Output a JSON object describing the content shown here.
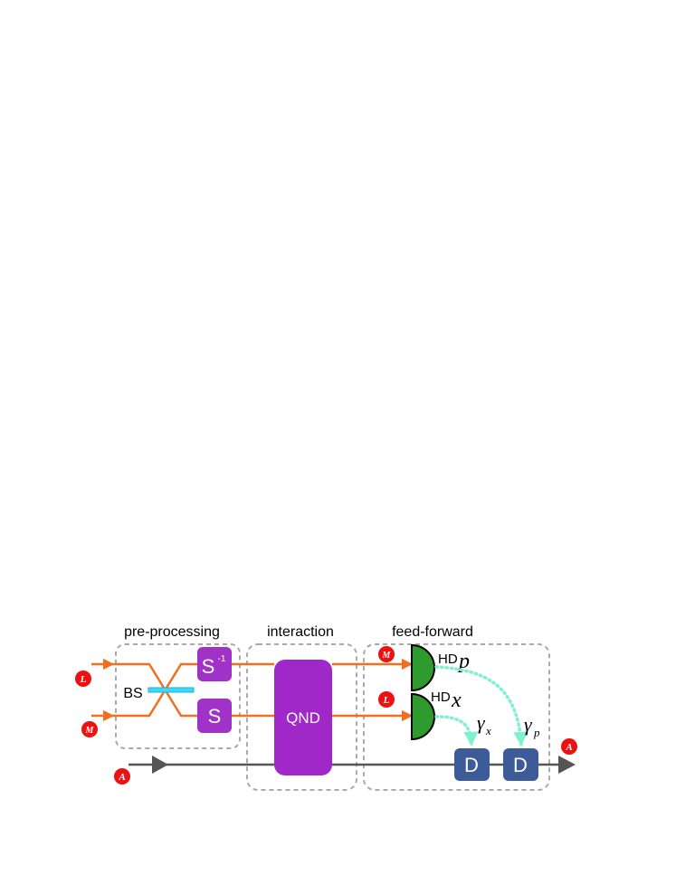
{
  "sections": {
    "preprocessing": "pre-processing",
    "interaction": "interaction",
    "feedforward": "feed-forward"
  },
  "components": {
    "beam_splitter": "BS",
    "squeezer_inverse": "S",
    "squeezer_inverse_sup": "-1",
    "squeezer": "S",
    "qnd": "QND",
    "displacement_1": "D",
    "displacement_2": "D"
  },
  "detectors": {
    "hd_p_prefix": "HD",
    "hd_p_var": "p",
    "hd_x_prefix": "HD",
    "hd_x_var": "x"
  },
  "gains": {
    "gamma_x_symbol": "γ",
    "gamma_x_sub": "x",
    "gamma_p_symbol": "γ",
    "gamma_p_sub": "p"
  },
  "mode_badges": {
    "input_top": "L",
    "input_bottom": "M",
    "ancilla_in": "A",
    "hd_top": "M",
    "hd_bottom": "L",
    "ancilla_out": "A"
  },
  "colors": {
    "optical_beam": "#F07020",
    "ancilla_line": "#555555",
    "squeezer_fill": "#A032C8",
    "qnd_fill": "#A028C8",
    "detector_fill": "#2E9B2E",
    "displacement_fill": "#3D5A99",
    "feedforward_arrow": "#7FF0D0",
    "badge_fill": "#EE1111",
    "beam_splitter": "#40D8F8",
    "box_border": "#AAAAAA"
  }
}
